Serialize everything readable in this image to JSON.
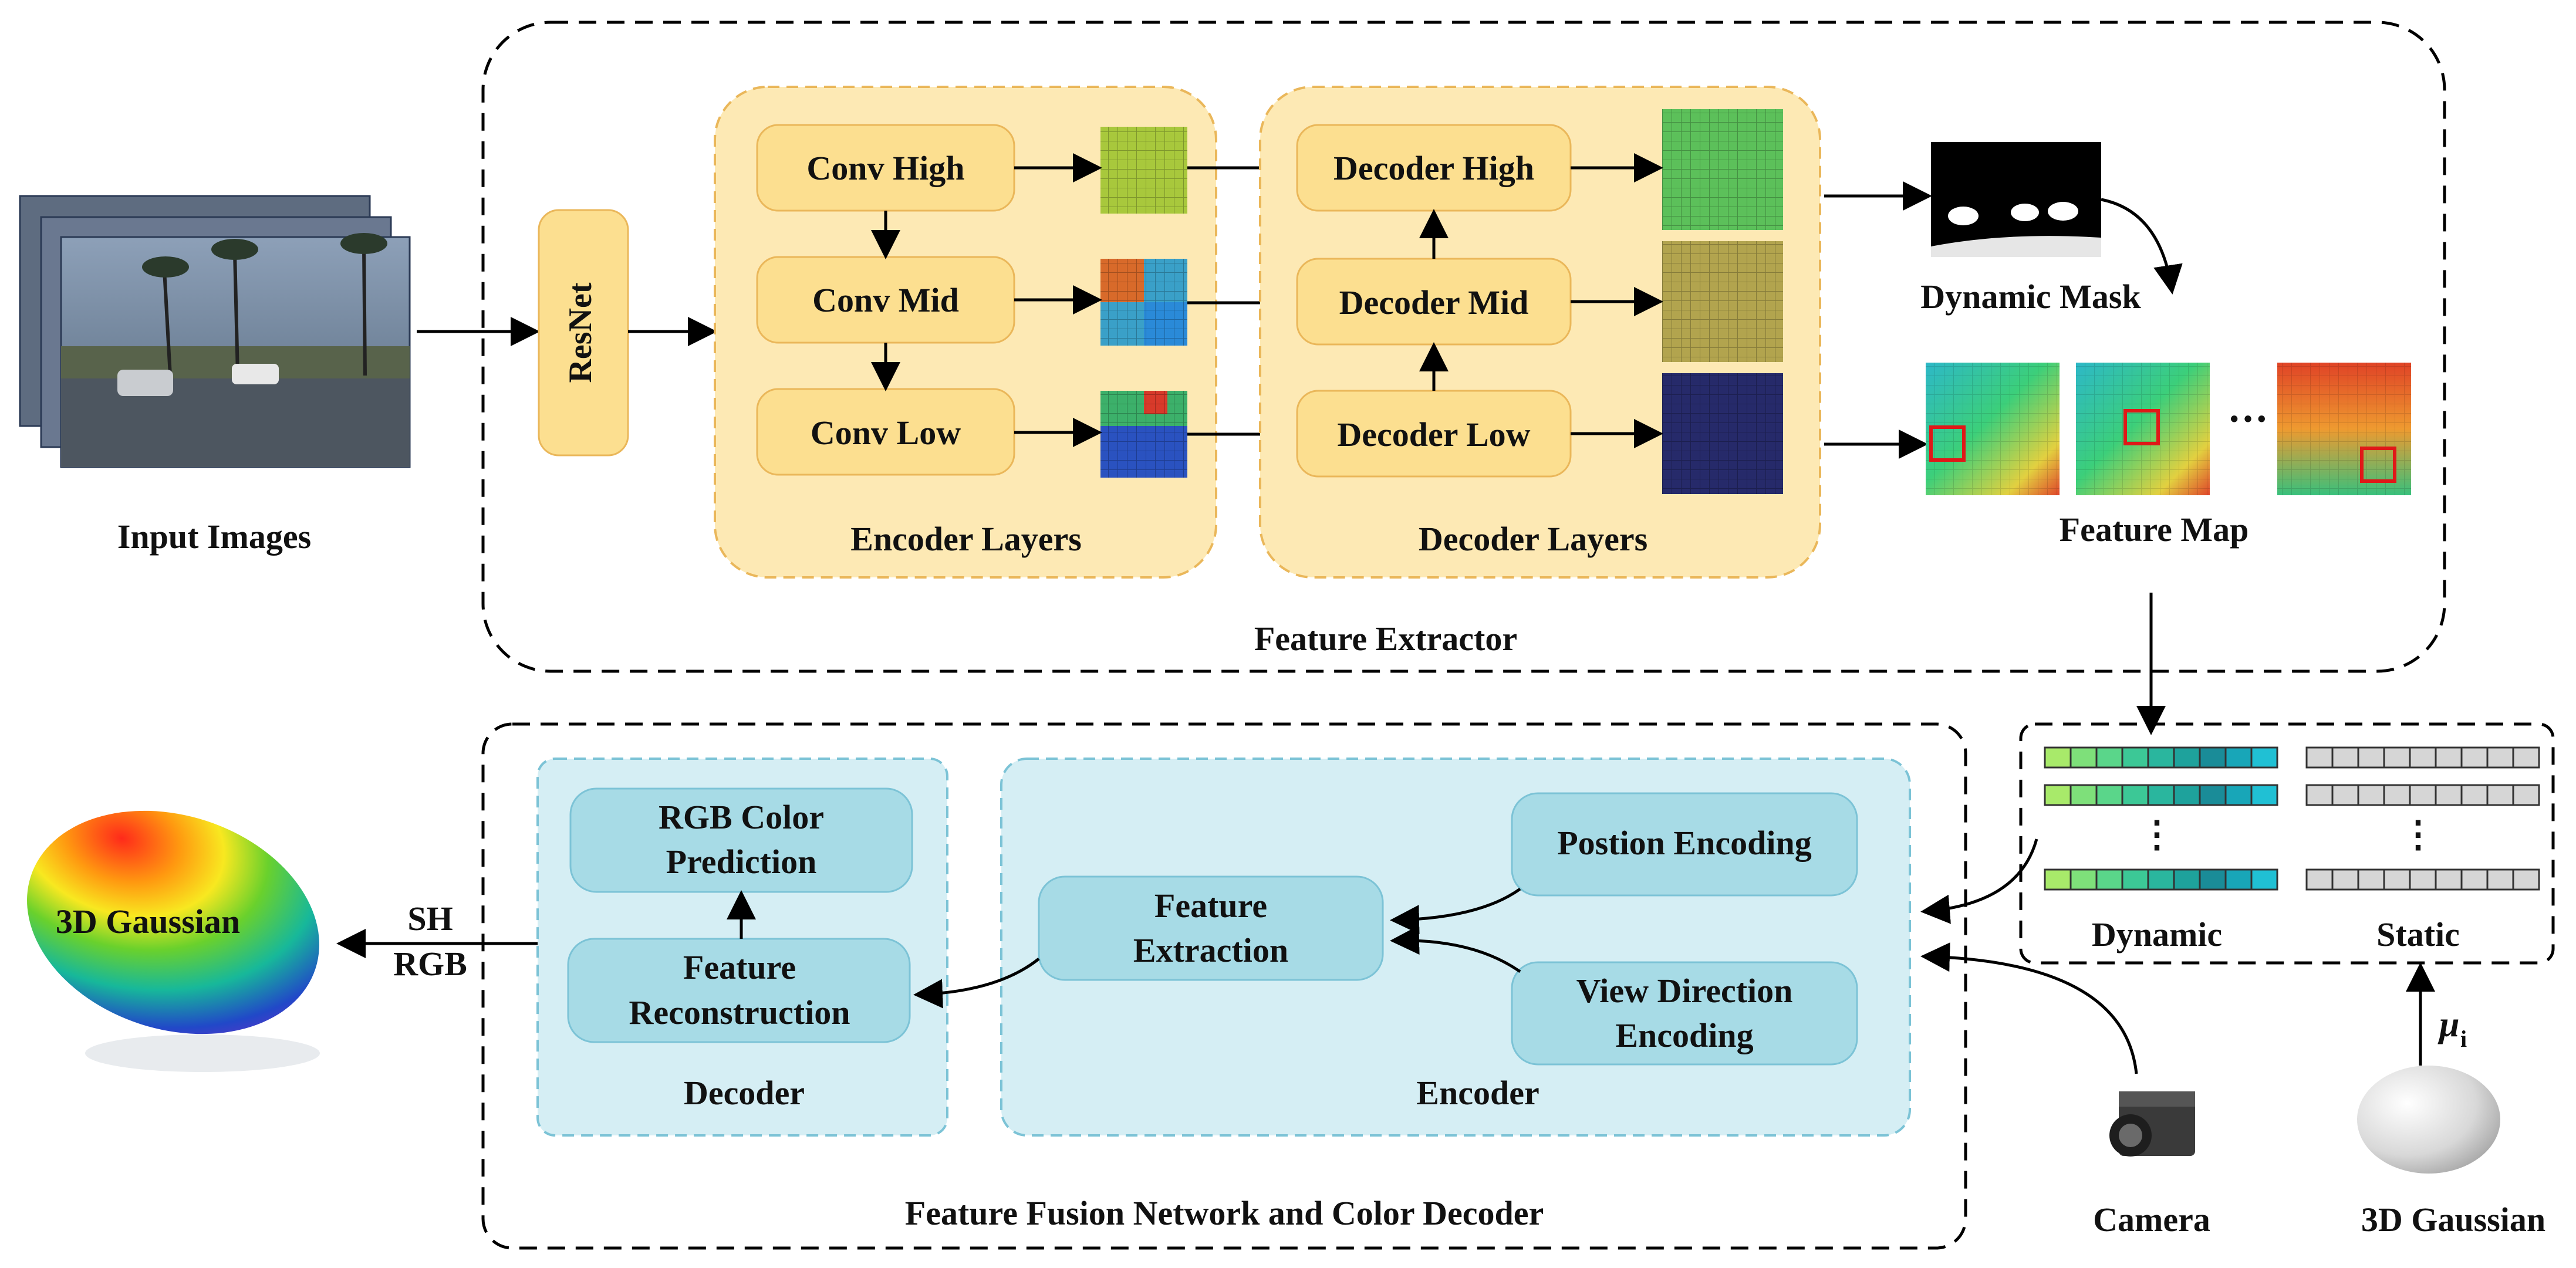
{
  "labels": {
    "input_images": "Input Images",
    "resnet": "ResNet",
    "conv_high": "Conv High",
    "conv_mid": "Conv Mid",
    "conv_low": "Conv Low",
    "encoder_layers": "Encoder Layers",
    "decoder_high": "Decoder High",
    "decoder_mid": "Decoder Mid",
    "decoder_low": "Decoder Low",
    "decoder_layers": "Decoder Layers",
    "dynamic_mask": "Dynamic Mask",
    "feature_map": "Feature Map",
    "ellipsis": "···",
    "feature_extractor": "Feature Extractor",
    "rgb_color_prediction_1": "RGB Color",
    "rgb_color_prediction_2": "Prediction",
    "feature_reconstruction_1": "Feature",
    "feature_reconstruction_2": "Reconstruction",
    "decoder": "Decoder",
    "feature_extraction_1": "Feature",
    "feature_extraction_2": "Extraction",
    "position_encoding": "Postion Encoding",
    "view_direction_encoding_1": "View Direction",
    "view_direction_encoding_2": "Encoding",
    "encoder": "Encoder",
    "feature_fusion": "Feature Fusion Network and Color Decoder",
    "dynamic": "Dynamic",
    "static": "Static",
    "camera": "Camera",
    "gaussian_3d": "3D Gaussian",
    "gaussian_3d_output": "3D Gaussian",
    "sh": "SH",
    "rgb": "RGB",
    "mu": "μ",
    "mu_sub": "i",
    "vdots": "⋮"
  },
  "colors": {
    "yellow_fill": "#fde9b4",
    "yellow_box": "#fcdf90",
    "yellow_border": "#eab75a",
    "blue_fill": "#d5eef4",
    "blue_box": "#a7dbe6",
    "blue_border": "#7cc3d6",
    "dynamic_cells": [
      "#a8ea6a",
      "#7ee07a",
      "#5ad68a",
      "#3cc896",
      "#2ab69e",
      "#1ea29c",
      "#1a8c98",
      "#18a6b8",
      "#20c0d4"
    ],
    "static_cells": "#d6d6d6"
  }
}
